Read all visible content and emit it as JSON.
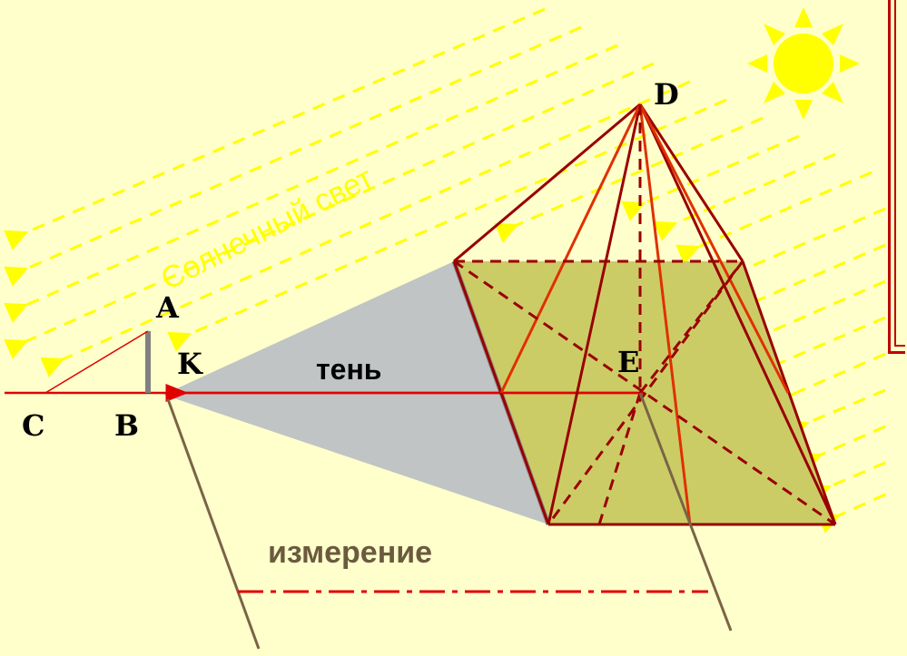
{
  "labels": {
    "A": "A",
    "B": "B",
    "C": "C",
    "D": "D",
    "E": "E",
    "K": "K",
    "shadow": "тень",
    "sunlight": "Солнечный свет",
    "measurement": "измерение"
  },
  "colors": {
    "background": "#ffffcc",
    "sun": "#ffff00",
    "rays": "#ffff00",
    "pyramid_base": "#cccc66",
    "shadow_fill": "#c0c4c4",
    "edges": "#990000",
    "ground_line": "#e00000",
    "measure_lines": "#7a6445"
  }
}
